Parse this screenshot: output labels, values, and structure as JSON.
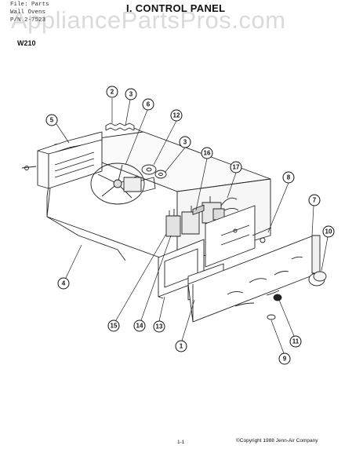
{
  "header": {
    "file_line": "File: Parts",
    "wall_line": "Wall Ovens",
    "pn_line": "P/N 2-7523"
  },
  "title": "I. CONTROL PANEL",
  "model": "W210",
  "watermark": "AppliancePartsPros.com",
  "footer": {
    "page": "1-1",
    "copyright": "©Copyright 1988 Jenn-Air Company"
  },
  "callouts": [
    {
      "id": "c2",
      "label": "2"
    },
    {
      "id": "c3a",
      "label": "3"
    },
    {
      "id": "c5",
      "label": "5"
    },
    {
      "id": "c6",
      "label": "6"
    },
    {
      "id": "c12",
      "label": "12"
    },
    {
      "id": "c3b",
      "label": "3"
    },
    {
      "id": "c16",
      "label": "16"
    },
    {
      "id": "c17",
      "label": "17"
    },
    {
      "id": "c8",
      "label": "8"
    },
    {
      "id": "c7",
      "label": "7"
    },
    {
      "id": "c10",
      "label": "10"
    },
    {
      "id": "c4",
      "label": "4"
    },
    {
      "id": "c15",
      "label": "15"
    },
    {
      "id": "c14",
      "label": "14"
    },
    {
      "id": "c13",
      "label": "13"
    },
    {
      "id": "c1",
      "label": "1"
    },
    {
      "id": "c11",
      "label": "11"
    },
    {
      "id": "c9",
      "label": "9"
    }
  ]
}
